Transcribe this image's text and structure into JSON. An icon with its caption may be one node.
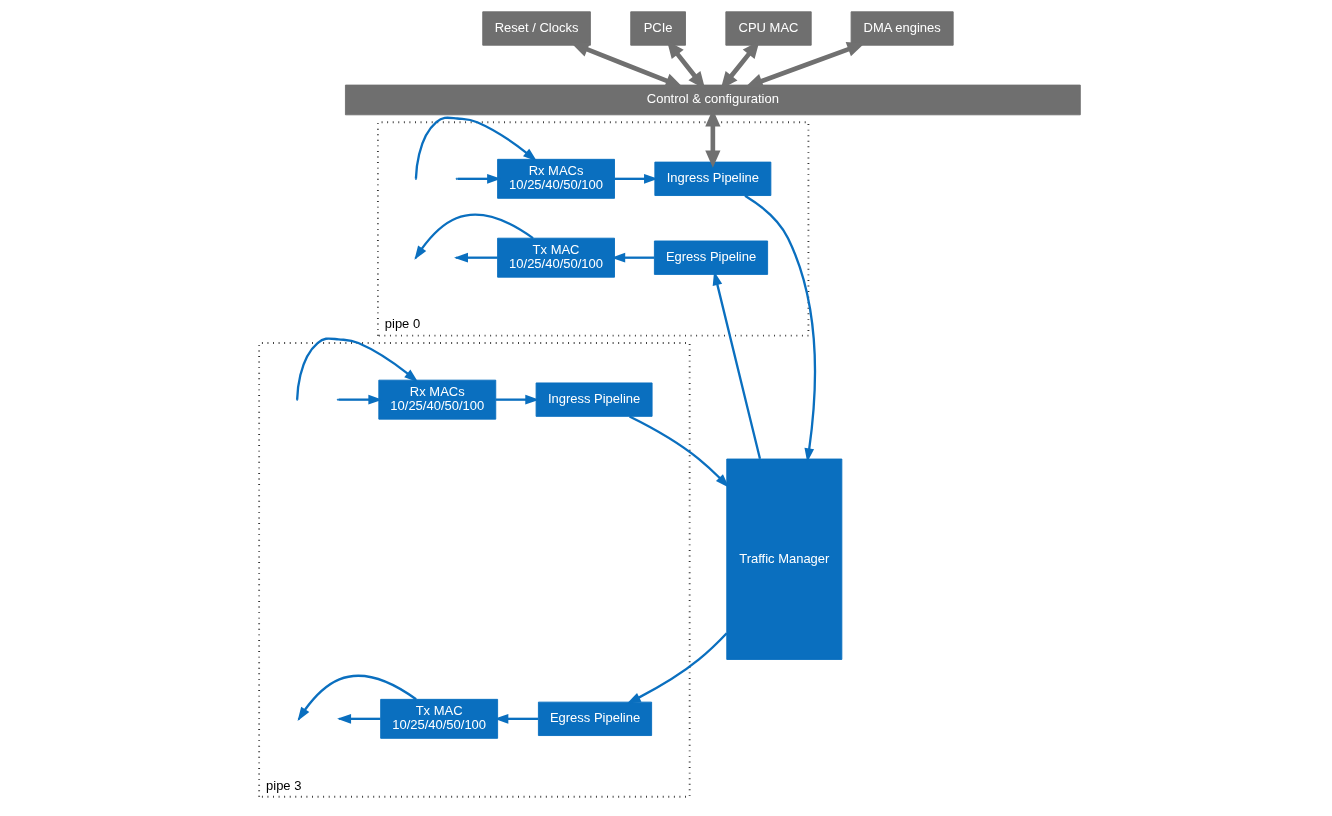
{
  "diagram": {
    "nodes": [
      {
        "text": [
          "Reset / Clocks"
        ]
      },
      {
        "text": [
          "PCIe"
        ]
      },
      {
        "text": [
          "CPU MAC"
        ]
      },
      {
        "text": [
          "DMA engines"
        ]
      },
      {
        "text": [
          "Control & configuration"
        ]
      },
      {
        "text": [
          "pipe 0"
        ]
      },
      {
        "text": [
          "Rx MACs",
          "10/25/40/50/100"
        ],
        "in": 5
      },
      {
        "text": [
          "Ingress Pipeline"
        ],
        "in": 5
      },
      {
        "text": [
          "Tx MAC",
          "10/25/40/50/100"
        ],
        "in": 5
      },
      {
        "text": [
          "Egress Pipeline"
        ],
        "in": 5
      },
      {
        "text": [
          "Traffic Manager"
        ]
      },
      {
        "text": [
          "pipe 3"
        ]
      },
      {
        "text": [
          "Rx MACs",
          "10/25/40/50/100"
        ],
        "in": 11
      },
      {
        "text": [
          "Ingress Pipeline"
        ],
        "in": 11
      },
      {
        "text": [
          "Tx MAC",
          "10/25/40/50/100"
        ],
        "in": 11
      },
      {
        "text": [
          "Egress Pipeline"
        ],
        "in": 11
      }
    ],
    "edges": [
      {
        "from": 0,
        "to": 4,
        "arrow": "both",
        "style": "thick",
        "color": "#707070"
      },
      {
        "from": 1,
        "to": 4,
        "arrow": "both",
        "style": "thick",
        "color": "#707070"
      },
      {
        "from": 2,
        "to": 4,
        "arrow": "both",
        "style": "thick",
        "color": "#707070"
      },
      {
        "from": 3,
        "to": 4,
        "arrow": "both",
        "style": "thick",
        "color": "#707070"
      },
      {
        "from": 4,
        "to": 7,
        "arrow": "both",
        "style": "thick",
        "color": "#707070"
      },
      {
        "from": null,
        "to": 6,
        "arrow": "to"
      },
      {
        "from": null,
        "to": 6,
        "arrow": "to"
      },
      {
        "from": 8,
        "to": null,
        "arrow": "to"
      },
      {
        "from": 8,
        "to": null,
        "arrow": "to"
      },
      {
        "from": 6,
        "to": 7,
        "arrow": "to"
      },
      {
        "from": 7,
        "to": 10,
        "arrow": "to"
      },
      {
        "from": 10,
        "to": 9,
        "arrow": "to"
      },
      {
        "from": 9,
        "to": 8,
        "arrow": "to"
      },
      {
        "from": null,
        "to": 12,
        "arrow": "to"
      },
      {
        "from": null,
        "to": 12,
        "arrow": "to"
      },
      {
        "from": 14,
        "to": null,
        "arrow": "to"
      },
      {
        "from": 14,
        "to": null,
        "arrow": "to"
      },
      {
        "from": 12,
        "to": 13,
        "arrow": "to"
      },
      {
        "from": 13,
        "to": 10,
        "arrow": "to"
      },
      {
        "from": 10,
        "to": 15,
        "arrow": "to"
      },
      {
        "from": 15,
        "to": 14,
        "arrow": "to"
      }
    ]
  }
}
